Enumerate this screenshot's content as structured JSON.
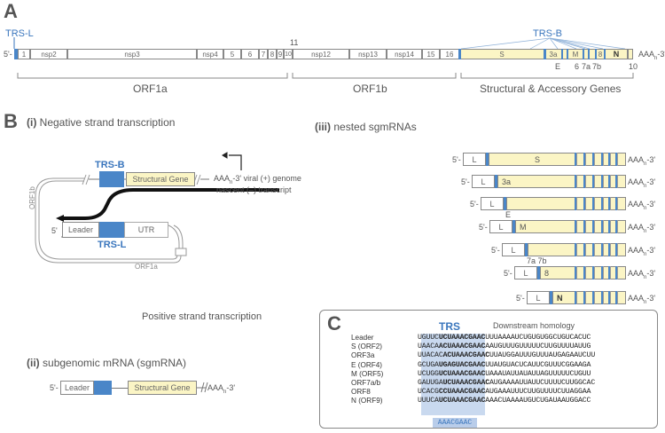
{
  "panels": {
    "a": "A",
    "b": "B",
    "c": "C"
  },
  "genome": {
    "trs_l": "TRS-L",
    "trs_b": "TRS-B",
    "five_prime": "5'-",
    "three_prime": "AAA",
    "three_prime_sub": "n",
    "three_prime_end": "-3'",
    "segments": [
      "1",
      "nsp2",
      "nsp3",
      "nsp4",
      "5",
      "6",
      "7",
      "8",
      "9",
      "10",
      "nsp12",
      "nsp13",
      "nsp14",
      "15",
      "16",
      "S",
      "3a",
      "M",
      "8",
      "N"
    ],
    "label_11": "11",
    "below_labels": [
      "E",
      "6",
      "7a",
      "7b",
      "10"
    ],
    "regions": [
      "ORF1a",
      "ORF1b",
      "Structural & Accessory Genes"
    ]
  },
  "neg_strand": {
    "number": "(i)",
    "title": "Negative strand transcription",
    "trs_b": "TRS-B",
    "trs_l": "TRS-L",
    "structural_gene": "Structural Gene",
    "genome_label": "AAA",
    "genome_sub": "n",
    "genome_suffix": "-3' viral (+) genome",
    "nascent": "nascent (–) transcript",
    "five_prime": "5'",
    "leader": "Leader",
    "utr": "UTR",
    "orf1b": "ORF1b",
    "orf1a": "ORF1a",
    "positive": "Positive strand transcription"
  },
  "sgmrna": {
    "number": "(ii)",
    "title": "subgenomic mRNA (sgmRNA)",
    "five_prime": "5'-",
    "leader": "Leader",
    "structural_gene": "Structural Gene",
    "tail": "AAA",
    "tail_sub": "n",
    "tail_end": "-3'"
  },
  "nested": {
    "number": "(iii)",
    "title": "nested sgmRNAs",
    "five_prime": "5'-",
    "leader": "L",
    "tail": "AAA",
    "tail_sub": "n",
    "tail_end": "-3'",
    "rows": [
      {
        "label": "S",
        "below": ""
      },
      {
        "label": "3a",
        "below": ""
      },
      {
        "label": "",
        "below": "E"
      },
      {
        "label": "M",
        "below": ""
      },
      {
        "label": "",
        "below": "7a 7b"
      },
      {
        "label": "8",
        "below": ""
      },
      {
        "label": "N",
        "below": ""
      }
    ]
  },
  "trs_table": {
    "trs": "TRS",
    "downstream": "Downstream homology",
    "consensus": "AAACGAAC",
    "rows": [
      {
        "name": "Leader",
        "seq": "UGUUCUCUAAACGAACUUUAAAAUCUGUGUGGCUGUCACUC"
      },
      {
        "name": "S (ORF2)",
        "seq": "UAACAACUAAACGAACAAUGUUUGUUUUUCUUGUUUUAUUG"
      },
      {
        "name": "ORF3a",
        "seq": "UUACACACUAAACGAACUUAUGGAUUUGUUUAUGAGAAUCUU"
      },
      {
        "name": "E (ORF4)",
        "seq": "GCUGAUGAGUACGAACUUAUGUACUCAUUCGUUUCGGAAGA"
      },
      {
        "name": "M (ORF5)",
        "seq": "UCUGGUCUAAACGAACUAAAUAUUAUAUUAGUUUUUCUGUU"
      },
      {
        "name": "ORF7a/b",
        "seq": "GAUUGAUCUAAACGAACAUGAAAAUUAUUCUUUUCUUGGCAC"
      },
      {
        "name": "ORF8",
        "seq": "UCACGCCUAAACGAACAUGAAAUUUCUUGUUUUCUUAGGAA"
      },
      {
        "name": "N (ORF9)",
        "seq": "UUUCAUCUAAACGAACAAACUAAAAUGUCUGAUAAUGGACC"
      }
    ]
  }
}
